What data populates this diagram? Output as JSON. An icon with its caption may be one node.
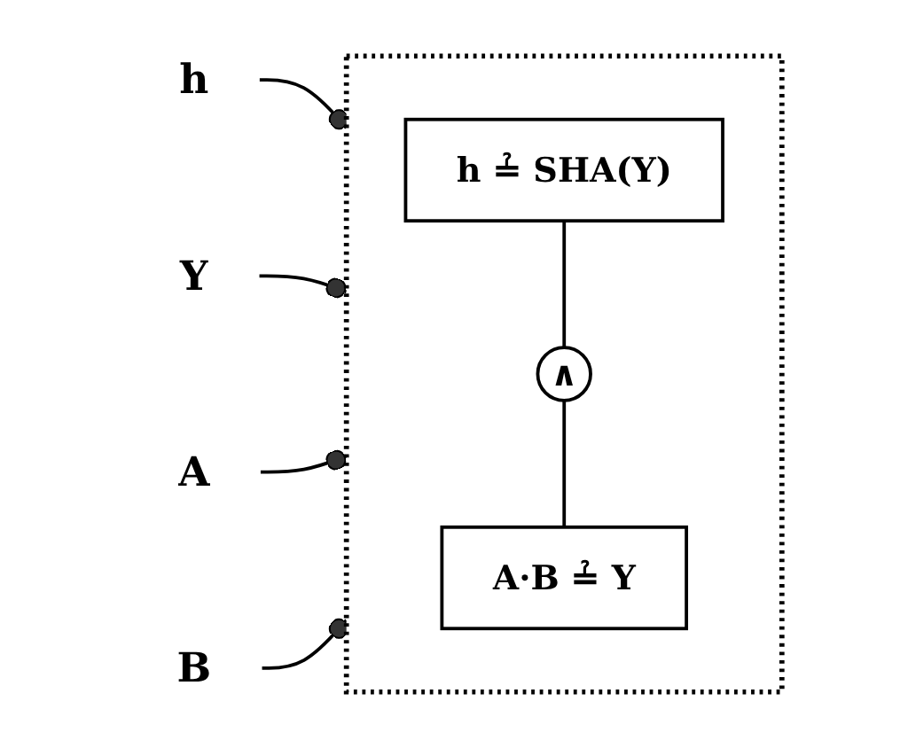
{
  "diagram": {
    "nodes": [
      {
        "text": [],
        "shape": "box"
      },
      {
        "text": [
          "h ≟ SHA(Y)"
        ],
        "in": 0
      },
      {
        "text": [
          "∧"
        ],
        "in": 0
      },
      {
        "text": [
          "A·B ≟ Y"
        ],
        "in": 0
      },
      {
        "text": [
          "h"
        ]
      },
      {
        "text": [
          "Y"
        ]
      },
      {
        "text": [
          "A"
        ]
      },
      {
        "text": [
          "B"
        ]
      }
    ],
    "edges": [
      {
        "from": 4,
        "to": 0,
        "arrow": "other"
      },
      {
        "from": 5,
        "to": 0,
        "arrow": "other"
      },
      {
        "from": 6,
        "to": 0,
        "arrow": "other"
      },
      {
        "from": 7,
        "to": 0,
        "arrow": "other"
      },
      {
        "from": 1,
        "to": 2,
        "arrow": "none"
      },
      {
        "from": 2,
        "to": 3,
        "arrow": "none"
      }
    ]
  }
}
